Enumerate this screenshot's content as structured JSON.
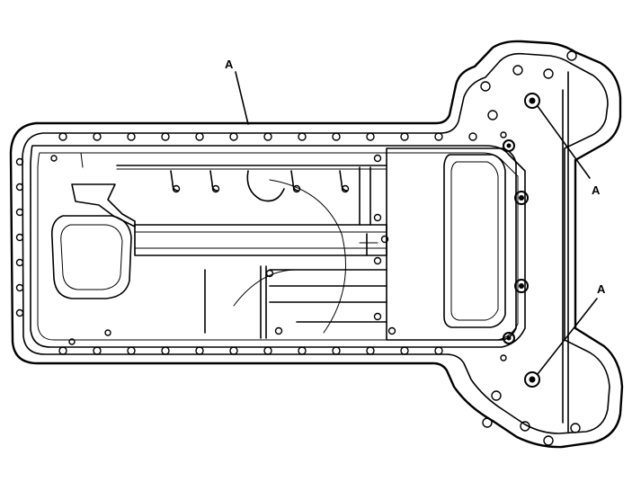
{
  "diagram": {
    "callouts": [
      {
        "label": "A"
      },
      {
        "label": "A"
      },
      {
        "label": "A"
      }
    ]
  }
}
